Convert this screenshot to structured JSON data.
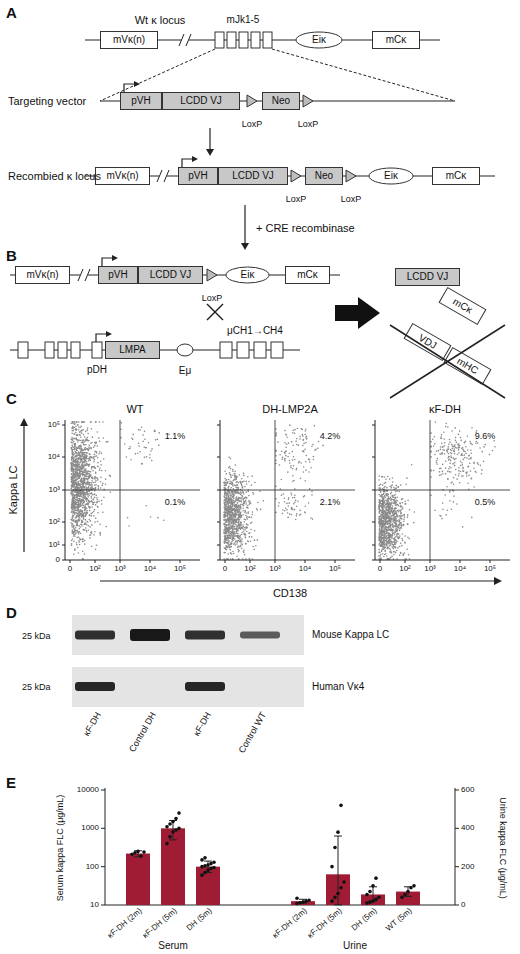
{
  "diagram": {
    "nodes": [
      {
        "text": [
          "mVκ(n)"
        ]
      },
      {
        "text": [
          "Eiκ"
        ]
      },
      {
        "text": [
          "mCκ"
        ]
      },
      {
        "text": [
          "pVH"
        ]
      },
      {
        "text": [
          "LCDD VJ"
        ]
      },
      {
        "text": [
          "Neo"
        ]
      },
      {
        "text": [
          "mVκ(n)"
        ]
      },
      {
        "text": [
          "pVH"
        ]
      },
      {
        "text": [
          "LCDD VJ"
        ]
      },
      {
        "text": [
          "Neo"
        ]
      },
      {
        "text": [
          "Eiκ"
        ]
      },
      {
        "text": [
          "mCκ"
        ]
      },
      {
        "text": [
          "mVκ(n)"
        ]
      },
      {
        "text": [
          "pVH"
        ]
      },
      {
        "text": [
          "LCDD VJ"
        ]
      },
      {
        "text": [
          "Eiκ"
        ]
      },
      {
        "text": [
          "mCκ"
        ]
      },
      {
        "text": [
          "LMPA"
        ]
      },
      {
        "text": [
          "LCDD VJ"
        ]
      },
      {
        "text": [
          "mCκ"
        ]
      },
      {
        "text": [
          "VDJ"
        ]
      },
      {
        "text": [
          "mHC"
        ]
      }
    ],
    "labels": [
      "A",
      "Wt κ locus",
      "mJk1-5",
      "Targeting vector",
      "LoxP",
      "LoxP",
      "Recombied κ locus",
      "LoxP",
      "LoxP",
      "+ CRE recombinase",
      "B",
      "LoxP",
      "μCH1→CH4",
      "pDH",
      "Eμ",
      "C",
      "WT",
      "DH-LMP2A",
      "κF-DH",
      "10⁵",
      "10⁴",
      "10³",
      "10²",
      "10¹",
      "0",
      "1.1%",
      "0.1%",
      "4.2%",
      "2.1%",
      "9.6%",
      "0.5%",
      "0",
      "10²",
      "10³",
      "10⁴",
      "10⁵",
      "0",
      "10²",
      "10³",
      "10⁴",
      "10⁵",
      "0",
      "10²",
      "10³",
      "10⁴",
      "10⁵",
      "Kappa LC",
      "CD138",
      "D",
      "25 kDa",
      "Mouse Kappa LC",
      "25 kDa",
      "Human Vκ4",
      "κF-DH",
      "Control DH",
      "κF-DH",
      "Control WT",
      "E",
      "10000",
      "1000",
      "100",
      "10",
      "600",
      "400",
      "200",
      "0",
      "Serum kappa FLC (μg/mL)",
      "Urine kappa FLC (μg/mL)",
      "κF-DH (2m)",
      "κF-DH (5m)",
      "DH (5m)",
      "κF-DH (2m)",
      "κF-DH (5m)",
      "DH (5m)",
      "WT (5m)",
      "Serum",
      "Urine"
    ]
  }
}
